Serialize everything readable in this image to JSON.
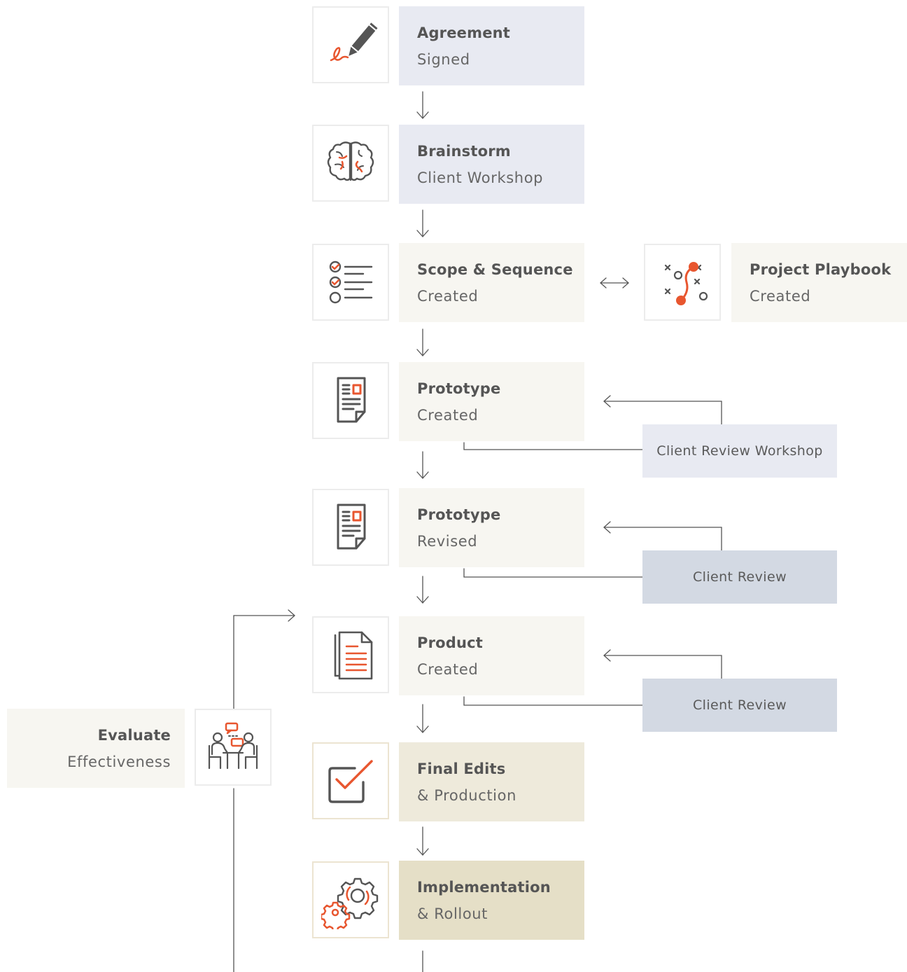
{
  "steps": {
    "agreement": {
      "title": "Agreement",
      "sub": "Signed"
    },
    "brainstorm": {
      "title": "Brainstorm",
      "sub": "Client Workshop"
    },
    "scope": {
      "title": "Scope & Sequence",
      "sub": "Created"
    },
    "playbook": {
      "title": "Project Playbook",
      "sub": "Created"
    },
    "prototype_created": {
      "title": "Prototype",
      "sub": "Created"
    },
    "prototype_revised": {
      "title": "Prototype",
      "sub": "Revised"
    },
    "product": {
      "title": "Product",
      "sub": "Created"
    },
    "final_edits": {
      "title": "Final Edits",
      "sub": "& Production"
    },
    "implementation": {
      "title": "Implementation",
      "sub": "& Rollout"
    },
    "evaluate": {
      "title": "Evaluate",
      "sub": "Effectiveness"
    }
  },
  "reviews": {
    "workshop": "Client Review Workshop",
    "review_1": "Client Review",
    "review_2": "Client Review"
  },
  "colors": {
    "accent": "#e8562f",
    "icon_gray": "#555555",
    "blue_box": "#e8eaf2",
    "cream_box": "#f7f6f1",
    "tan_box": "#eeeadb",
    "dark_tan_box": "#e5dfc7",
    "review_box": "#d3d9e3"
  },
  "icons": [
    "signature-pen-icon",
    "brain-icon",
    "checklist-icon",
    "playbook-strategy-icon",
    "document-icon",
    "document-icon",
    "documents-stack-icon",
    "meeting-icon",
    "checkbox-icon",
    "gears-icon"
  ]
}
